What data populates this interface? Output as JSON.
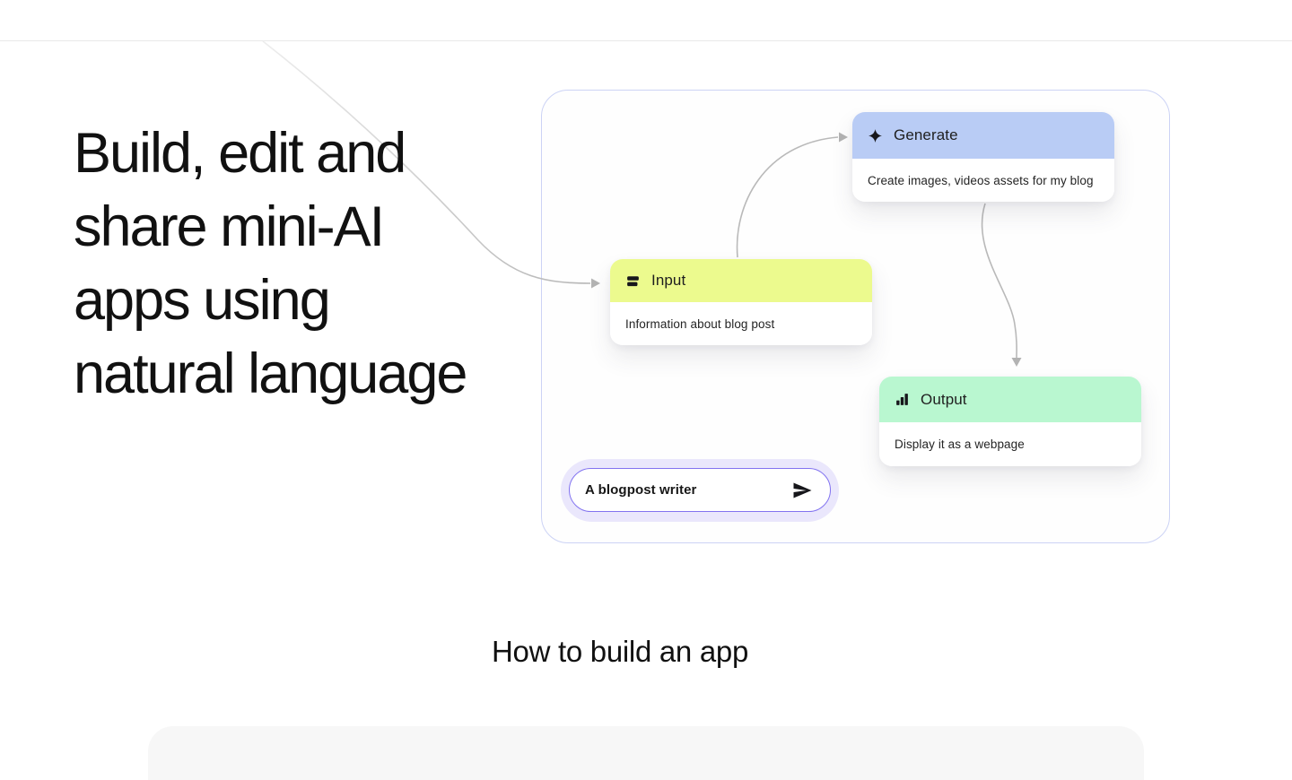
{
  "colors": {
    "page_bg": "#ffffff",
    "top_divider": "#e9e9e9",
    "headline_text": "#111111",
    "demo_card_border": "#ccd3f5",
    "node_generate_header": "#b9ccf5",
    "node_input_header": "#ecfa8e",
    "node_output_header": "#b9f7d0",
    "node_body_bg": "#ffffff",
    "connector_line": "#bdbdbd",
    "prompt_border": "#8273f0",
    "prompt_halo": "#eae7fc",
    "bottom_card_bg": "#f7f7f7"
  },
  "hero": {
    "headline_lines": [
      "Build, edit and",
      "share mini-AI",
      "apps using",
      "natural language"
    ]
  },
  "demo": {
    "nodes": [
      {
        "id": "generate",
        "icon": "sparkle-icon",
        "label": "Generate",
        "description": "Create images, videos assets for my blog"
      },
      {
        "id": "input",
        "icon": "notes-icon",
        "label": "Input",
        "description": "Information about blog post"
      },
      {
        "id": "output",
        "icon": "bar-chart-icon",
        "label": "Output",
        "description": "Display it as a webpage"
      }
    ],
    "prompt": {
      "value": "A blogpost writer",
      "send_icon": "send-icon"
    }
  },
  "section": {
    "title": "How to build an app"
  }
}
